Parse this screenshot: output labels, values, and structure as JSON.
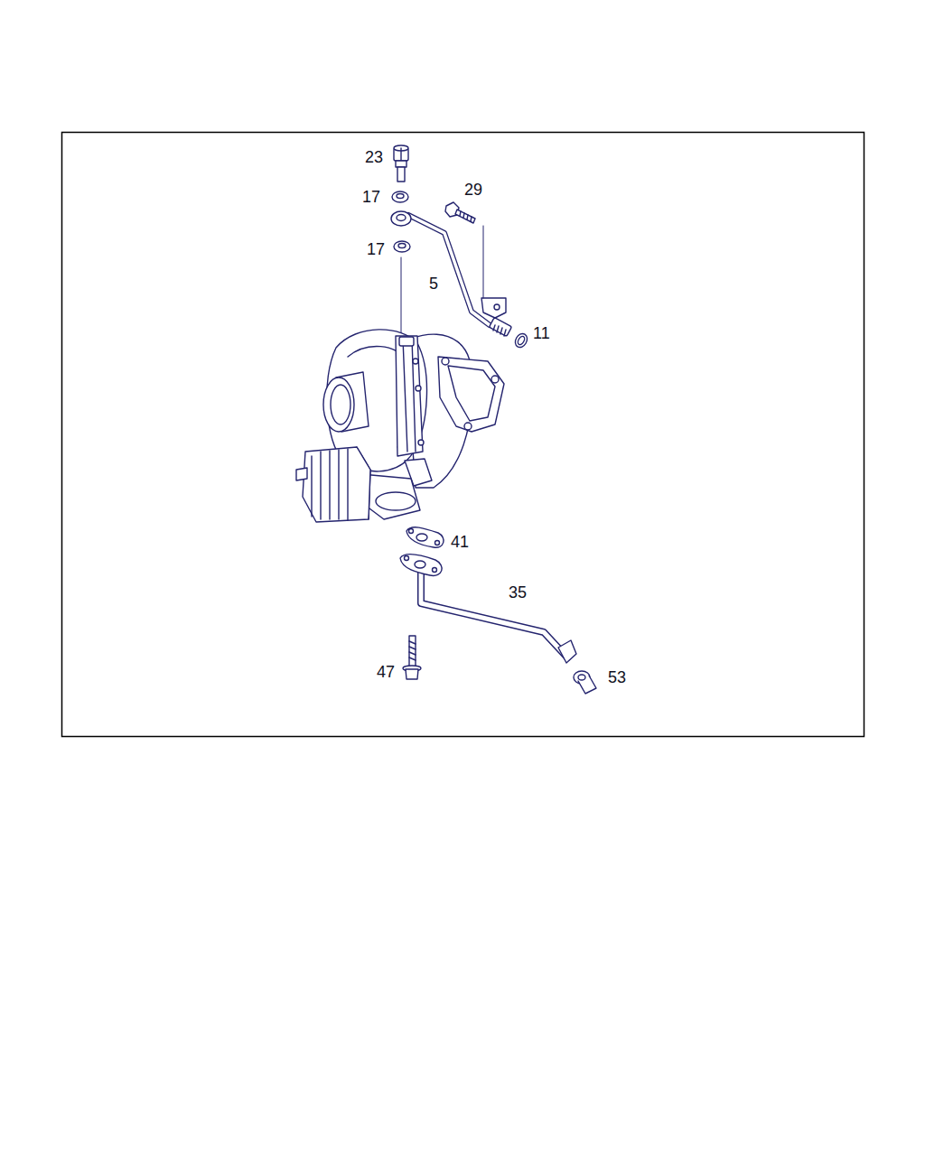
{
  "diagram": {
    "labels": [
      "23",
      "17",
      "29",
      "17",
      "5",
      "11",
      "41",
      "35",
      "47",
      "53"
    ]
  }
}
